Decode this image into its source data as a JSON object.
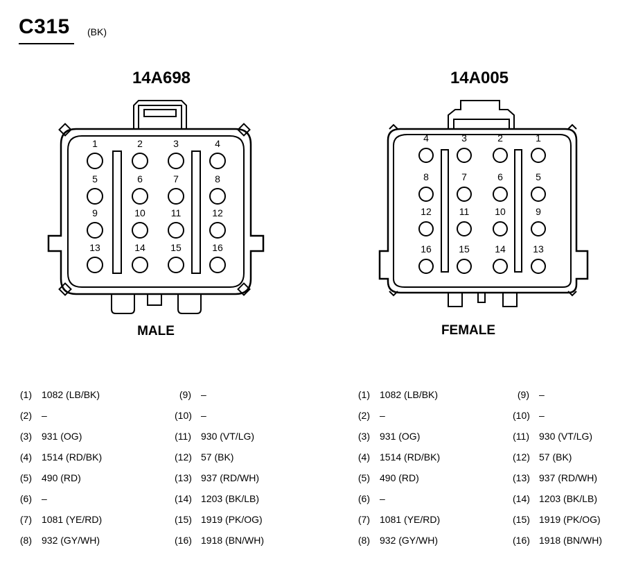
{
  "header": {
    "title": "C315",
    "subtitle": "(BK)"
  },
  "connectors": [
    {
      "part_number": "14A698",
      "gender_label": "MALE",
      "pin_order": [
        1,
        2,
        3,
        4,
        5,
        6,
        7,
        8,
        9,
        10,
        11,
        12,
        13,
        14,
        15,
        16
      ]
    },
    {
      "part_number": "14A005",
      "gender_label": "FEMALE",
      "pin_order": [
        4,
        3,
        2,
        1,
        8,
        7,
        6,
        5,
        12,
        11,
        10,
        9,
        16,
        15,
        14,
        13
      ]
    }
  ],
  "pins": [
    {
      "num": "(1)",
      "circuit": "1082 (LB/BK)"
    },
    {
      "num": "(2)",
      "circuit": "–"
    },
    {
      "num": "(3)",
      "circuit": "931 (OG)"
    },
    {
      "num": "(4)",
      "circuit": "1514 (RD/BK)"
    },
    {
      "num": "(5)",
      "circuit": "490 (RD)"
    },
    {
      "num": "(6)",
      "circuit": "–"
    },
    {
      "num": "(7)",
      "circuit": "1081 (YE/RD)"
    },
    {
      "num": "(8)",
      "circuit": "932 (GY/WH)"
    },
    {
      "num": "(9)",
      "circuit": "–"
    },
    {
      "num": "(10)",
      "circuit": "–"
    },
    {
      "num": "(11)",
      "circuit": "930 (VT/LG)"
    },
    {
      "num": "(12)",
      "circuit": "57 (BK)"
    },
    {
      "num": "(13)",
      "circuit": "937 (RD/WH)"
    },
    {
      "num": "(14)",
      "circuit": "1203 (BK/LB)"
    },
    {
      "num": "(15)",
      "circuit": "1919 (PK/OG)"
    },
    {
      "num": "(16)",
      "circuit": "1918 (BN/WH)"
    }
  ]
}
